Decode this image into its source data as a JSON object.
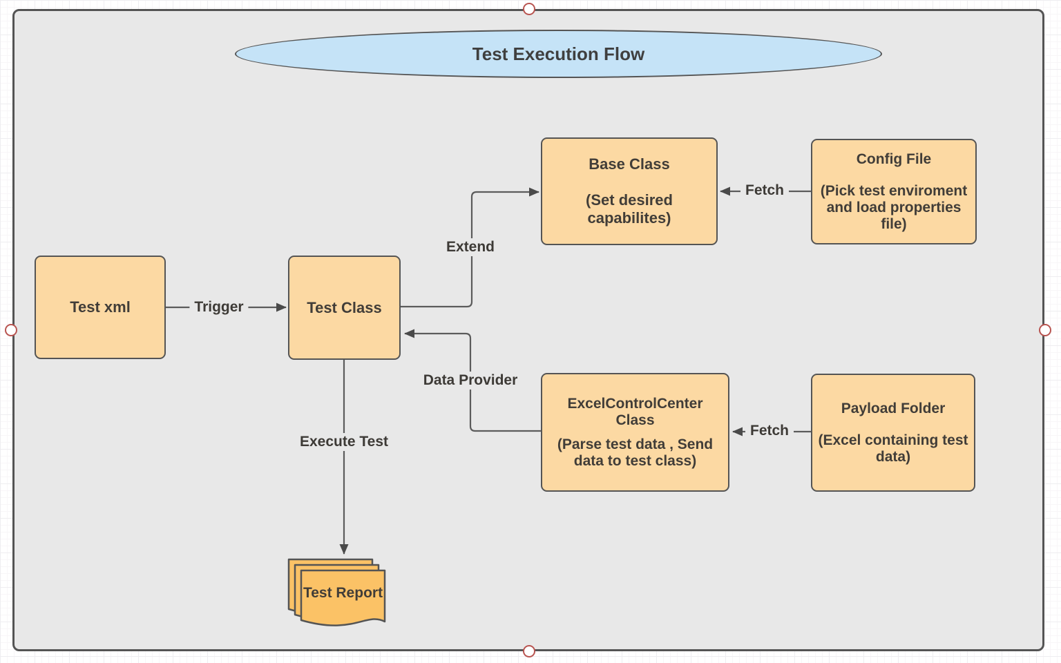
{
  "diagram": {
    "title": "Test Execution Flow",
    "nodes": {
      "test_xml": {
        "label": "Test xml"
      },
      "test_class": {
        "label": "Test Class"
      },
      "base_class": {
        "title": "Base Class",
        "detail": "(Set desired capabilites)"
      },
      "config_file": {
        "title": "Config File",
        "detail": "(Pick test enviroment and load properties file)"
      },
      "excel_control_center": {
        "title": "ExcelControlCenter Class",
        "detail": "(Parse test data , Send data to test class)"
      },
      "payload_folder": {
        "title": "Payload Folder",
        "detail": "(Excel containing test data)"
      },
      "test_report": {
        "label": "Test Report"
      }
    },
    "edges": {
      "trigger": {
        "label": "Trigger"
      },
      "extend": {
        "label": "Extend"
      },
      "fetch_config": {
        "label": "Fetch"
      },
      "data_provider": {
        "label": "Data Provider"
      },
      "fetch_payload": {
        "label": "Fetch"
      },
      "execute_test": {
        "label": "Execute Test"
      }
    },
    "colors": {
      "canvas_fill": "#e8e8e8",
      "shape_fill": "#fcd9a3",
      "report_fill": "#fbc266",
      "title_fill": "#c5e3f7",
      "shape_stroke": "#545454",
      "connector": "#5b5b5b",
      "text": "#413d38",
      "handle_stroke": "#b85450"
    }
  }
}
